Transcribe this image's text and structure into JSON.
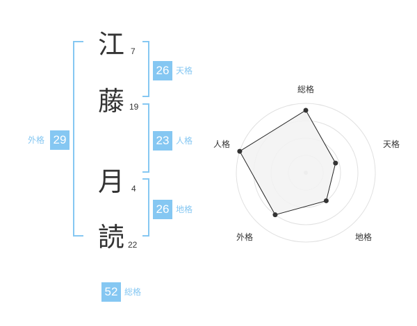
{
  "colors": {
    "accent": "#85C7F2",
    "text": "#333333",
    "polygon_fill": "#f2f2f2"
  },
  "name": {
    "chars": [
      {
        "char": "江",
        "strokes": "7"
      },
      {
        "char": "藤",
        "strokes": "19"
      },
      {
        "char": "月",
        "strokes": "4"
      },
      {
        "char": "読",
        "strokes": "22"
      }
    ]
  },
  "fortune": {
    "tenkaku": {
      "value": "26",
      "label": "天格"
    },
    "jinkaku": {
      "value": "23",
      "label": "人格"
    },
    "chikaku": {
      "value": "26",
      "label": "地格"
    },
    "gaikaku": {
      "value": "29",
      "label": "外格"
    },
    "soukaku": {
      "value": "52",
      "label": "総格"
    }
  },
  "radar": {
    "axes": [
      "総格",
      "天格",
      "地格",
      "外格",
      "人格"
    ],
    "levels": 4,
    "values": [
      0.9,
      0.45,
      0.5,
      0.75,
      1.0
    ]
  }
}
